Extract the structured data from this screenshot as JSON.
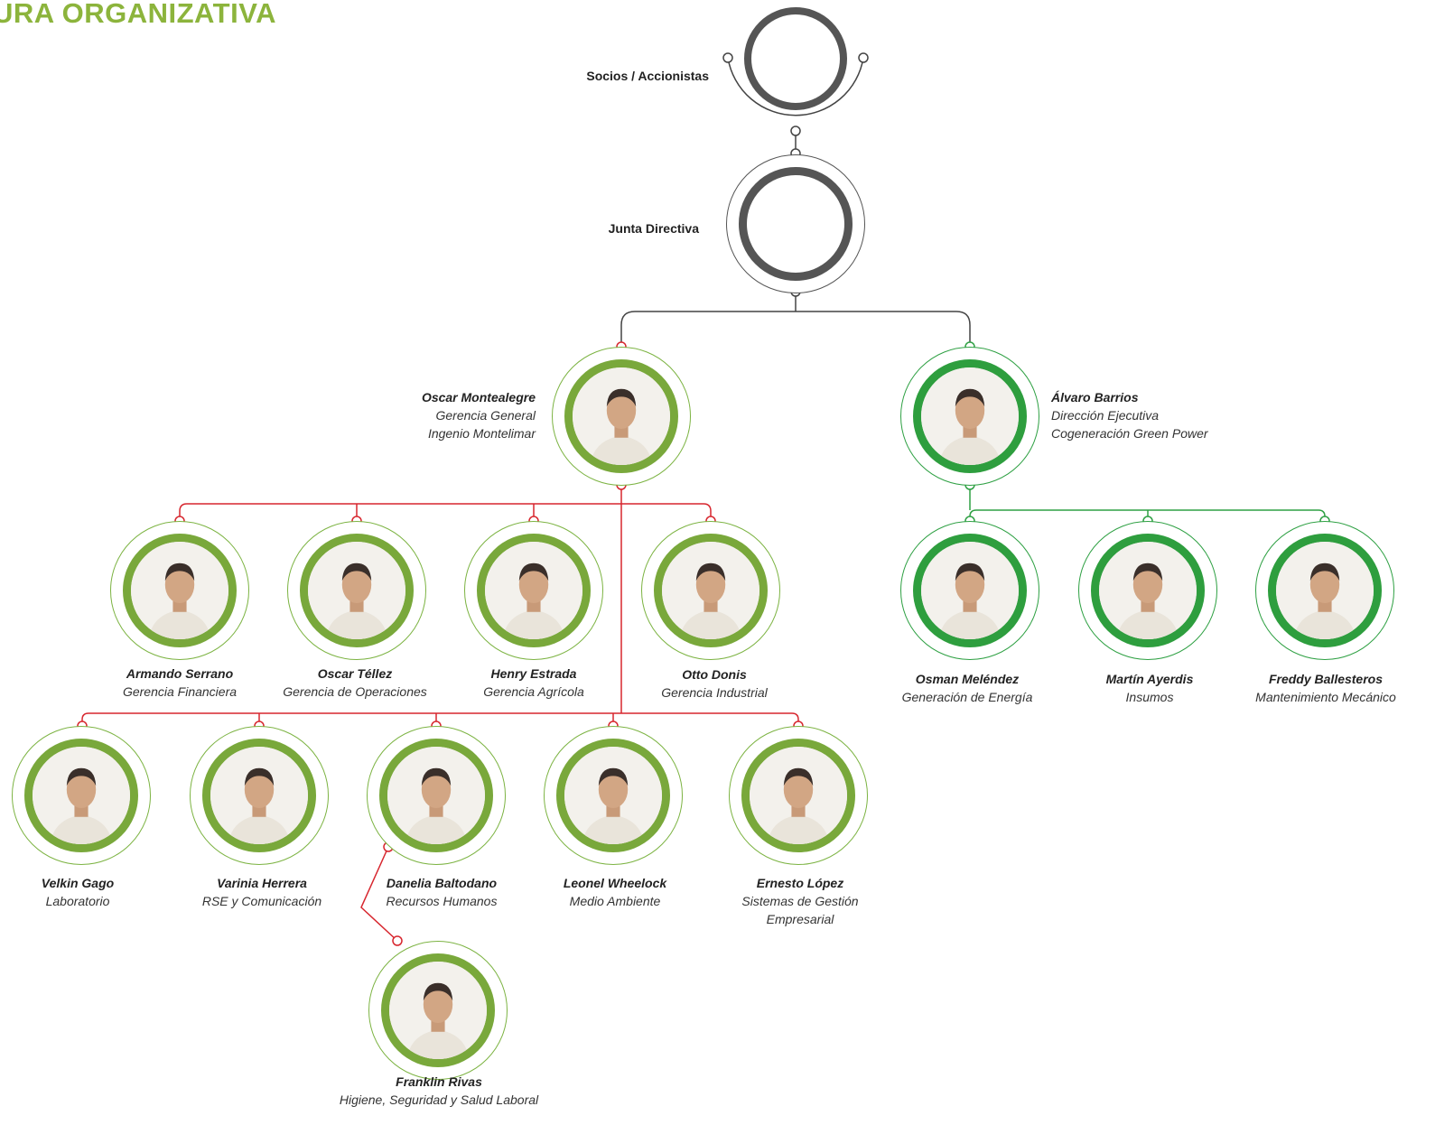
{
  "title": "URA ORGANIZATIVA",
  "colors": {
    "accent": "#8cb43c",
    "ingenio_line": "#d7262e",
    "greenpower_line": "#2ea043",
    "board_line": "#444444"
  },
  "board": [
    {
      "id": "socios",
      "label": "Socios / Accionistas"
    },
    {
      "id": "junta",
      "label": "Junta Directiva"
    }
  ],
  "people": {
    "montealegre": {
      "name": "Oscar Montealegre",
      "role1": "Gerencia General",
      "role2": "Ingenio Montelimar"
    },
    "barrios": {
      "name": "Álvaro Barrios",
      "role1": "Dirección Ejecutiva",
      "role2": "Cogeneración Green Power"
    },
    "serrano": {
      "name": "Armando Serrano",
      "role1": "Gerencia Financiera"
    },
    "tellez": {
      "name": "Oscar Téllez",
      "role1": "Gerencia de Operaciones"
    },
    "estrada": {
      "name": "Henry Estrada",
      "role1": "Gerencia Agrícola"
    },
    "donis": {
      "name": "Otto Donis",
      "role1": "Gerencia Industrial"
    },
    "melendez": {
      "name": "Osman Meléndez",
      "role1": "Generación de Energía"
    },
    "ayerdis": {
      "name": "Martín Ayerdis",
      "role1": "Insumos"
    },
    "ballesteros": {
      "name": "Freddy Ballesteros",
      "role1": "Mantenimiento Mecánico"
    },
    "gago": {
      "name": "Velkin Gago",
      "role1": "Laboratorio"
    },
    "herrera": {
      "name": "Varinia Herrera",
      "role1": "RSE y Comunicación"
    },
    "baltodano": {
      "name": "Danelia Baltodano",
      "role1": "Recursos Humanos"
    },
    "wheelock": {
      "name": "Leonel Wheelock",
      "role1": "Medio Ambiente"
    },
    "lopez": {
      "name": "Ernesto López",
      "role1": "Sistemas de Gestión",
      "role2": "Empresarial"
    },
    "rivas": {
      "name": "Franklin Rivas",
      "role1": "Higiene, Seguridad y Salud Laboral"
    }
  }
}
